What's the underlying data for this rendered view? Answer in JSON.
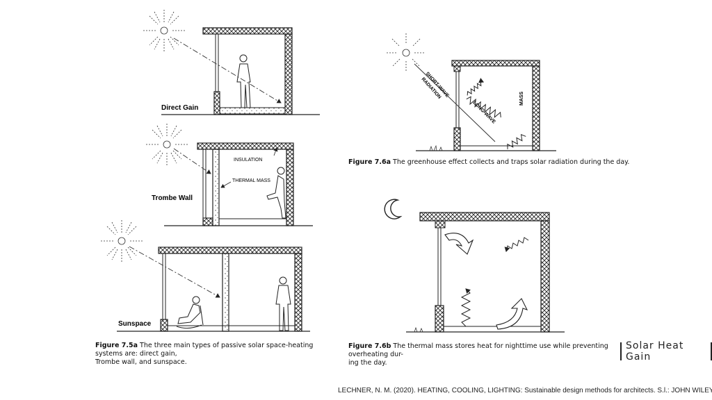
{
  "panels": {
    "direct_gain": {
      "label": "Direct Gain"
    },
    "trombe_wall": {
      "label": "Trombe Wall",
      "insulation": "INSULATION",
      "thermal_mass": "THERMAL MASS"
    },
    "sunspace": {
      "label": "Sunspace"
    },
    "greenhouse": {
      "short_wave": "SHORT-WAVE",
      "radiation": "RADIATION",
      "long_wave": "LONG-WAVE",
      "mass": "MASS"
    }
  },
  "captions": {
    "fig_75a_num": "Figure 7.5a",
    "fig_75a_line1": "The three main types of passive solar space-heating systems are: direct gain,",
    "fig_75a_line2": "Trombe wall, and sunspace.",
    "fig_76a_num": "Figure 7.6a",
    "fig_76a_text": "The greenhouse effect collects and traps solar radiation during the day.",
    "fig_76b_num": "Figure 7.6b",
    "fig_76b_line1": "The thermal mass stores heat for nighttime use while preventing overheating dur-",
    "fig_76b_line2": "ing the day."
  },
  "title": "Solar Heat Gain",
  "citation": "LECHNER, N. M. (2020). HEATING, COOLING, LIGHTING: Sustainable design methods for architects. S.l.: JOHN WILEY."
}
